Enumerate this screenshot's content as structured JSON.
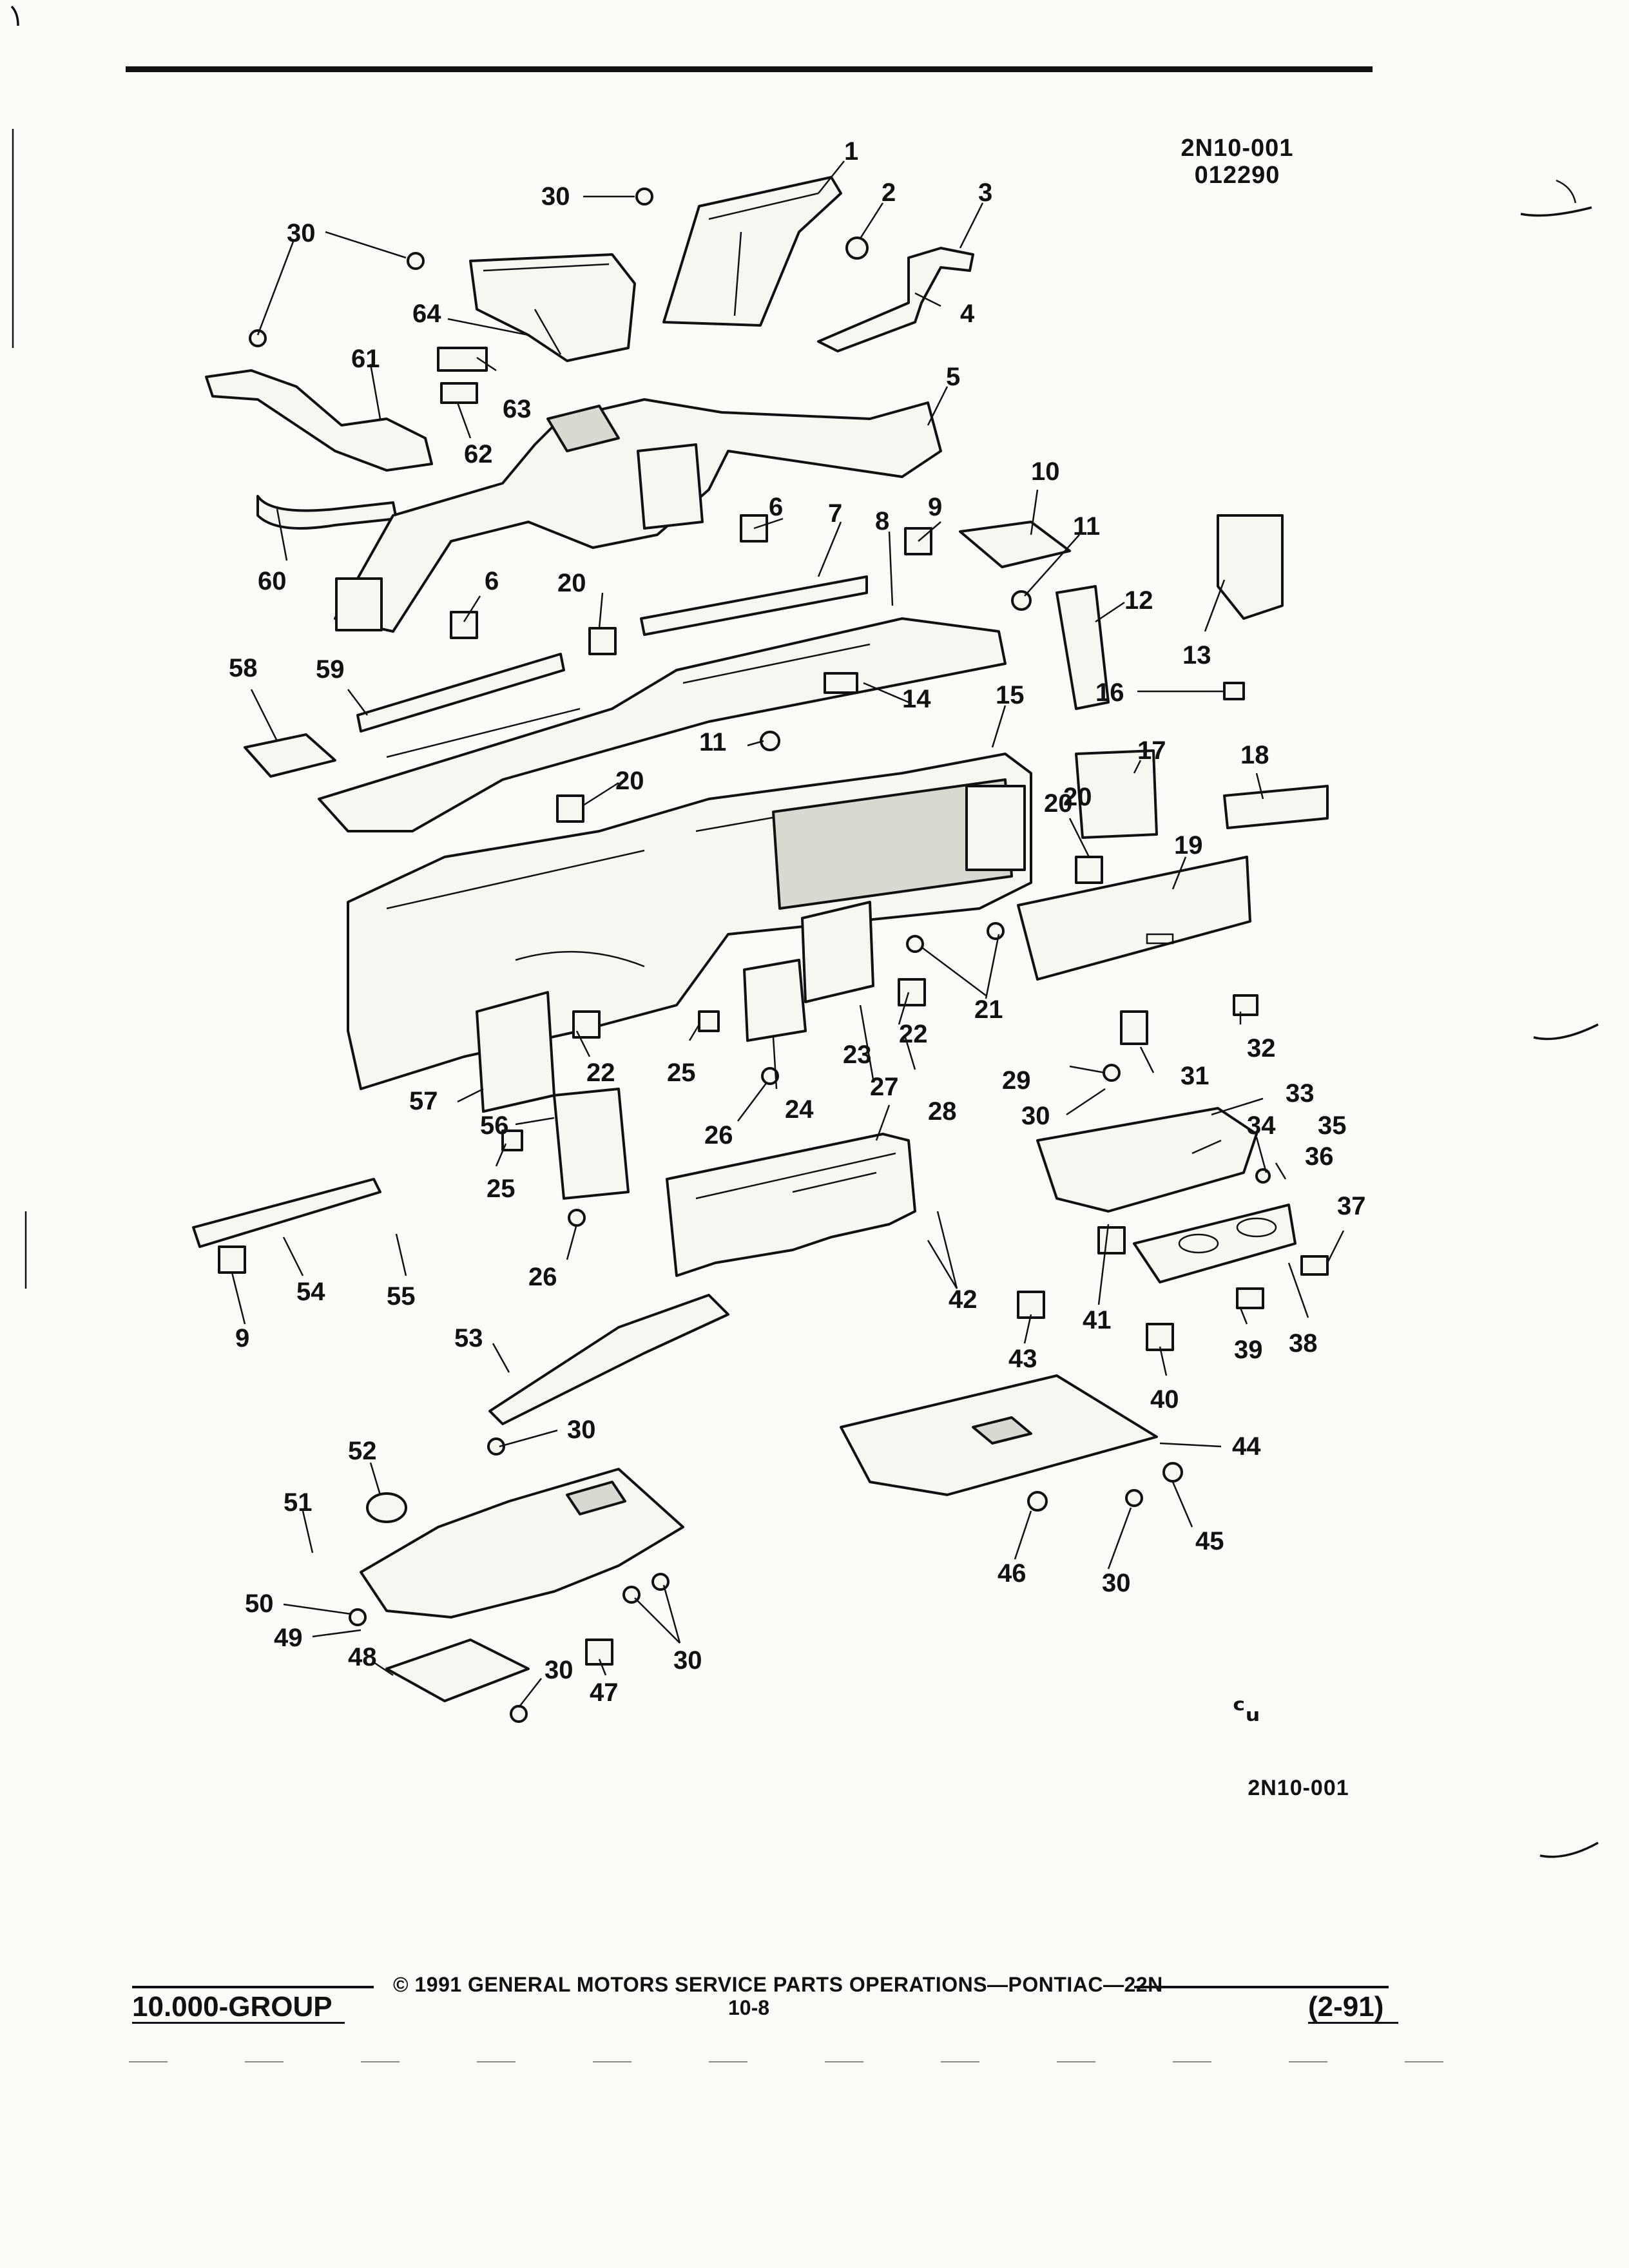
{
  "header": {
    "drawing_code": "2N10-001",
    "date_code": "012290"
  },
  "diagram": {
    "callouts": [
      "1",
      "2",
      "3",
      "4",
      "5",
      "6",
      "6",
      "7",
      "8",
      "9",
      "9",
      "10",
      "11",
      "11",
      "12",
      "13",
      "14",
      "15",
      "16",
      "17",
      "18",
      "19",
      "20",
      "20",
      "20",
      "20",
      "21",
      "22",
      "22",
      "23",
      "24",
      "25",
      "25",
      "26",
      "26",
      "27",
      "28",
      "29",
      "30",
      "30",
      "30",
      "30",
      "30",
      "30",
      "30",
      "30",
      "31",
      "32",
      "33",
      "34",
      "35",
      "36",
      "37",
      "38",
      "39",
      "40",
      "41",
      "42",
      "43",
      "44",
      "45",
      "46",
      "47",
      "48",
      "49",
      "50",
      "51",
      "52",
      "53",
      "54",
      "55",
      "56",
      "57",
      "58",
      "59",
      "60",
      "61",
      "62",
      "63",
      "64"
    ]
  },
  "footer": {
    "bottom_code": "2N10-001",
    "cu_mark": "ᶜᵤ",
    "copyright": "© 1991 GENERAL MOTORS SERVICE PARTS OPERATIONS—PONTIAC—22N",
    "group": "10.000-GROUP",
    "page": "10-8",
    "date": "(2-91)"
  }
}
